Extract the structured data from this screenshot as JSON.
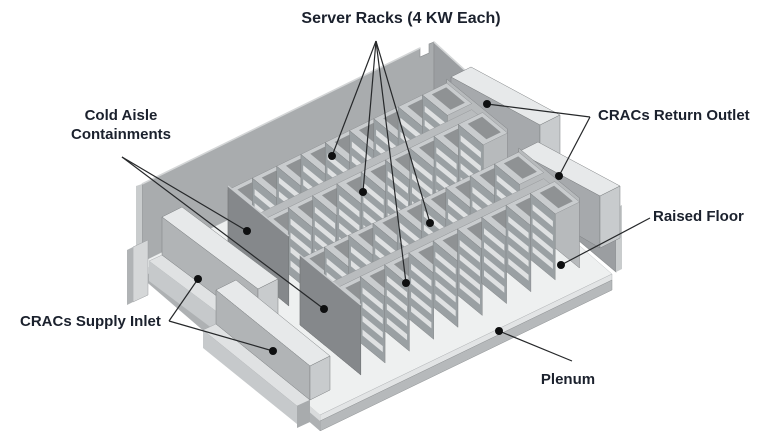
{
  "figure": {
    "type": "isometric-3d-diagram",
    "subject": "Data center room cooling layout (raised floor with cold aisle containment)"
  },
  "labels": {
    "server_racks": {
      "text": "Server Racks (4 KW Each)",
      "targets": 4
    },
    "cold_aisle": {
      "line1": "Cold Aisle",
      "line2": "Containments",
      "targets": 2
    },
    "cracs_return": {
      "text": "CRACs Return Outlet",
      "targets": 2
    },
    "raised_floor": {
      "text": "Raised Floor",
      "targets": 1
    },
    "cracs_supply": {
      "text": "CRACs Supply Inlet",
      "targets": 2
    },
    "plenum": {
      "text": "Plenum",
      "targets": 1
    }
  },
  "scene": {
    "components": [
      {
        "name": "raised-floor",
        "description": "light raised floor platform"
      },
      {
        "name": "plenum",
        "description": "plenum slab under raised floor edge"
      },
      {
        "name": "back-left-wall",
        "description": "tall back wall with notch"
      },
      {
        "name": "back-right-wall",
        "description": "tall back wall, right side"
      },
      {
        "name": "server-rack-array-row-1",
        "description": "back row of open server racks"
      },
      {
        "name": "server-rack-array-row-2",
        "description": "front row of open server racks"
      },
      {
        "name": "cold-aisle-containment-end-1",
        "description": "dark containment end wall, back row"
      },
      {
        "name": "cold-aisle-containment-end-2",
        "description": "dark containment end wall, front row"
      },
      {
        "name": "crac-return-unit-1",
        "description": "CRAC return outlet box on floor"
      },
      {
        "name": "crac-return-unit-2",
        "description": "CRAC return outlet box on floor"
      },
      {
        "name": "crac-supply-unit-1",
        "description": "CRAC supply inlet box on lower ledge"
      },
      {
        "name": "crac-supply-unit-2",
        "description": "CRAC supply inlet box on lower ledge"
      }
    ]
  },
  "colors": {
    "background": "#ffffff",
    "label_text": "#1b212d",
    "leader_line": "#26282a",
    "leader_dot": "#0e0f10",
    "floor_top": "#eef0f0",
    "floor_edge": "#e2e4e5",
    "plenum_edge": "#b6b9bb",
    "wall_left": "#a9acae",
    "wall_right": "#9b9ea1",
    "wall_edge": "#c9cccd",
    "rack_face": "#9aa0a3",
    "rack_top": "#c9ccce",
    "rack_shelf": "#dfe1e2",
    "containment_wall": "#85888b",
    "crac_top": "#e7e9ea",
    "crac_side": "#a6a9ac",
    "crac_end": "#c8cbcd",
    "supply_side": "#b1b4b6"
  }
}
